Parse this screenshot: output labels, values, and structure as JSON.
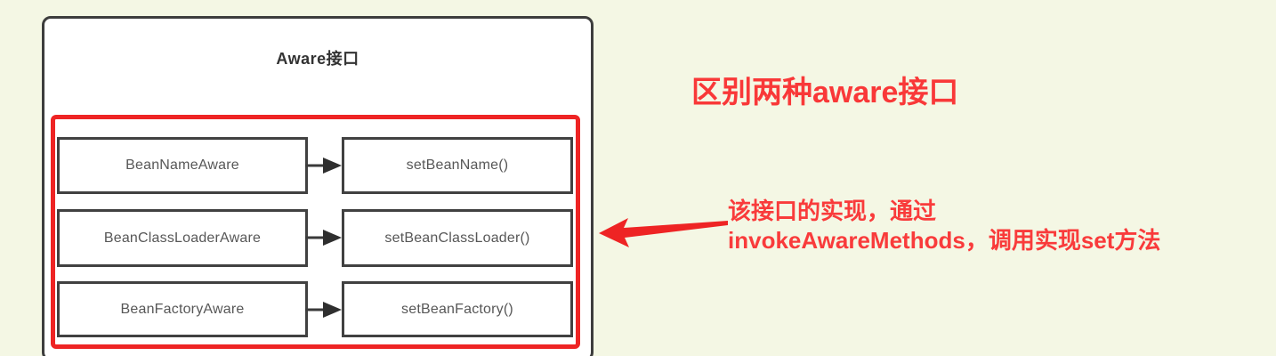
{
  "page": {
    "background_color": "#f4f7e4"
  },
  "colors": {
    "accent_red": "#ee2424",
    "annotation_text_red": "#f93b3b",
    "box_border_gray": "#414141",
    "box_text_gray": "#575757"
  },
  "diagram": {
    "title": "Aware接口",
    "rows": [
      {
        "left": "BeanNameAware",
        "right": "setBeanName()"
      },
      {
        "left": "BeanClassLoaderAware",
        "right": "setBeanClassLoader()"
      },
      {
        "left": "BeanFactoryAware",
        "right": "setBeanFactory()"
      }
    ]
  },
  "annotations": {
    "heading": "区别两种aware接口",
    "note_line1": "该接口的实现，通过",
    "note_line2": "invokeAwareMethods，调用实现set方法"
  }
}
